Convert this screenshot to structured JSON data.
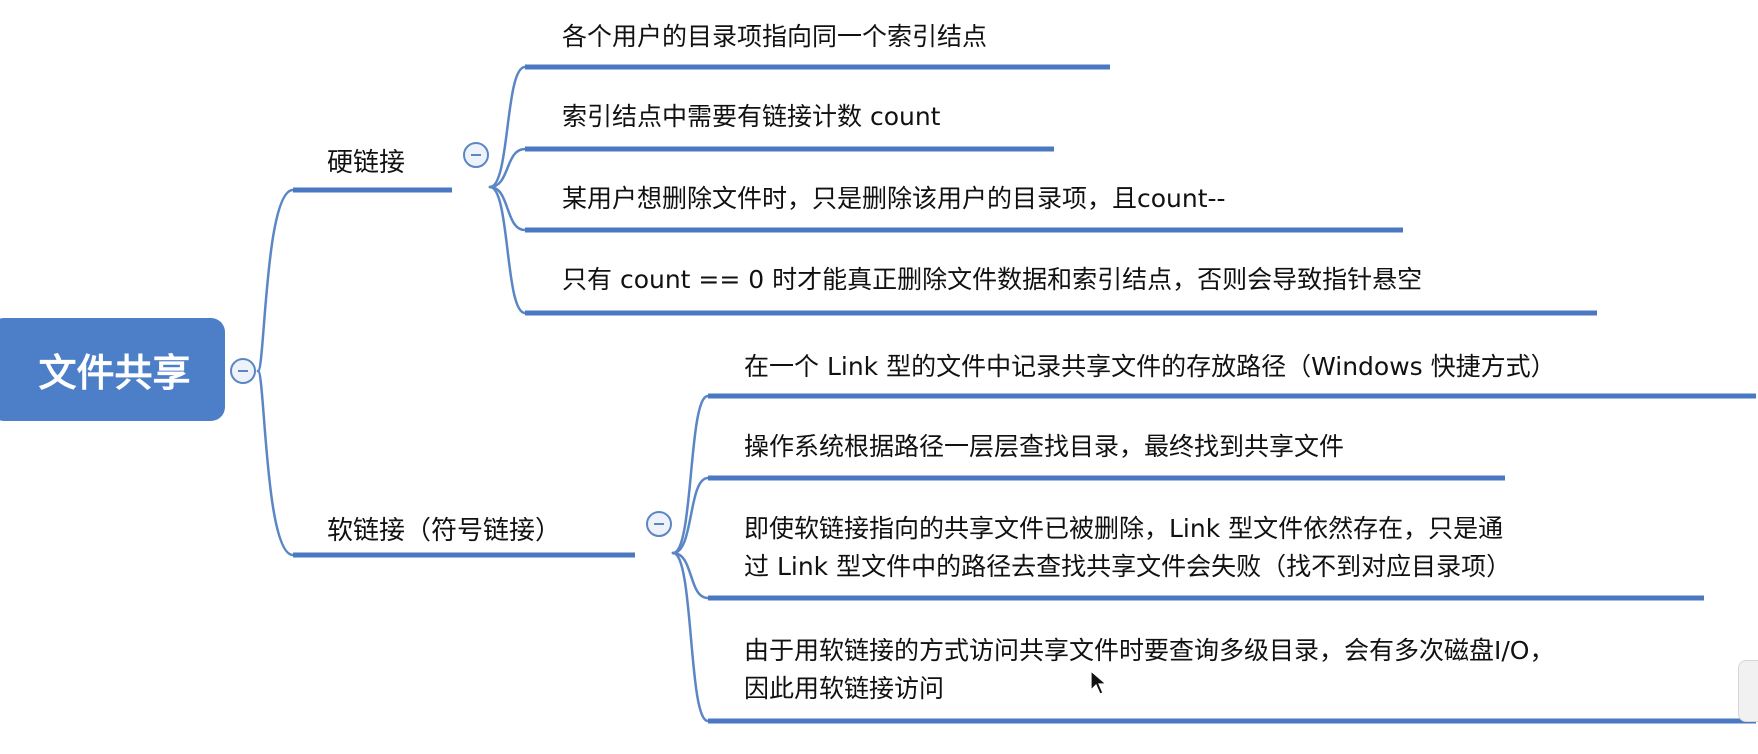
{
  "root": {
    "label": "文件共享"
  },
  "branches": [
    {
      "label": "硬链接",
      "children": [
        [
          "各个用户的目录项指向同一个索引结点"
        ],
        [
          "索引结点中需要有链接计数 count"
        ],
        [
          "某用户想删除文件时，只是删除该用户的目录项，且count--"
        ],
        [
          "只有 count == 0 时才能真正删除文件数据和索引结点，否则会导致指针悬空"
        ]
      ]
    },
    {
      "label": "软链接（符号链接）",
      "children": [
        [
          "在一个 Link 型的文件中记录共享文件的存放路径（Windows 快捷方式）"
        ],
        [
          "操作系统根据路径一层层查找目录，最终找到共享文件"
        ],
        [
          "即使软链接指向的共享文件已被删除，Link 型文件依然存在，只是通",
          "过 Link 型文件中的路径去查找共享文件会失败（找不到对应目录项）"
        ],
        [
          "由于用软链接的方式访问共享文件时要查询多级目录，会有多次磁盘I/O，",
          "因此用软链接访问"
        ]
      ]
    }
  ],
  "colors": {
    "root_fill": "#4c7fc8",
    "connector": "#5b86c5",
    "underline": "#4a78c2"
  }
}
